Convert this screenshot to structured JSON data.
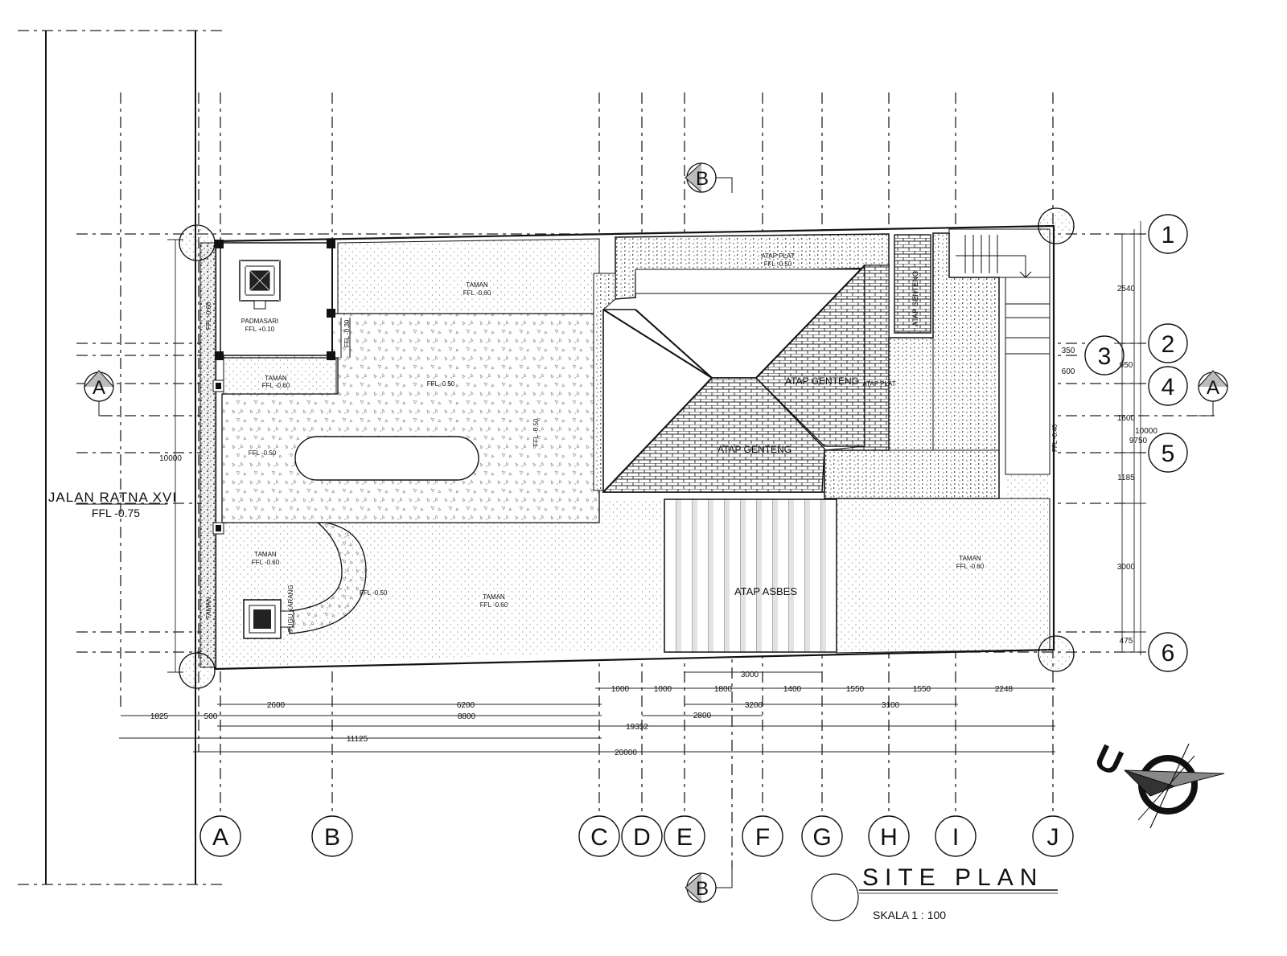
{
  "title": {
    "main": "SITE PLAN",
    "scale": "SKALA 1 : 100"
  },
  "street": {
    "name": "JALAN RATNA XVI",
    "level": "FFL -0.75"
  },
  "north_symbol": "U",
  "grid": {
    "columns": [
      "A",
      "B",
      "C",
      "D",
      "E",
      "F",
      "G",
      "H",
      "I",
      "J"
    ],
    "rows": [
      "1",
      "2",
      "3",
      "4",
      "5",
      "6"
    ]
  },
  "section_marks": {
    "a": "A",
    "b": "B"
  },
  "rooms": {
    "padmasari": {
      "name": "PADMASARI",
      "level": "FFL +0.10"
    },
    "taman_top": {
      "name": "TAMAN",
      "level": "FFL -0.60"
    },
    "taman_small": {
      "name": "TAMAN",
      "level": "FFL -0.60"
    },
    "courtyard_a": "FFL -0.50",
    "courtyard_b": "FFL -0.50",
    "courtyard_c": "FFL -0.50",
    "level_020": "FFL -0.20",
    "taman_left": {
      "name": "TAMAN",
      "level": "FFL -0.60"
    },
    "taman_mid": {
      "name": "TAMAN",
      "level": "FFL -0.60"
    },
    "taman_right": {
      "name": "TAMAN",
      "level": "FFL -0.60"
    },
    "path_level": "FFL -0.50",
    "atap_plat": {
      "name": "ATAP PLAT",
      "level": "FFL -0.50"
    },
    "atap_genteng_1": "ATAP GENTENG",
    "atap_genteng_2": "ATAP GENTENG",
    "atap_genteng_3": "ATAP GENTENG",
    "atap_plat_2": "ATAP PLAT",
    "atap_asbes": "ATAP ASBES",
    "right_level": "FFL -0.40",
    "tugu": "TUGU KARANG",
    "left_strip_top": "FFL -0.60",
    "left_strip_bottom": "TAMAN"
  },
  "dimensions": {
    "right": [
      "2540",
      "350",
      "950",
      "600",
      "1600",
      "9750",
      "10000",
      "1185",
      "3000",
      "475"
    ],
    "left": "10000",
    "row1": [
      "1000",
      "1000",
      "1800",
      "1400",
      "1550",
      "1550",
      "2248"
    ],
    "row1_top": "3000",
    "row2": [
      "2600",
      "6200",
      "3200",
      "3100",
      "2800"
    ],
    "row3": [
      "1825",
      "500",
      "8800",
      "19352"
    ],
    "row4": "11125",
    "row5": "20000"
  }
}
